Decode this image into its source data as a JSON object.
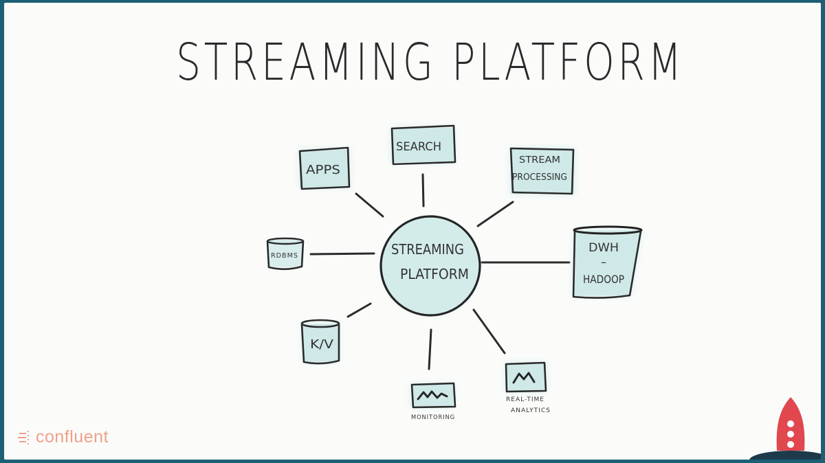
{
  "title": "STREAMING PLATFORM",
  "center": {
    "line1": "STREAMING",
    "line2": "PLATFORM"
  },
  "nodes": {
    "search": "SEARCH",
    "apps": "APPS",
    "stream_processing": {
      "line1": "STREAM",
      "line2": "PROCESSING"
    },
    "rdbms": "RDBMS",
    "dwh": {
      "line1": "DWH",
      "line2": "–",
      "line3": "HADOOP"
    },
    "kv": "K/V",
    "monitoring": "MONITORING",
    "realtime": {
      "line1": "REAL-TIME",
      "line2": "ANALYTICS"
    }
  },
  "brand": {
    "name": "confluent",
    "color": "#f0a08a"
  },
  "colors": {
    "node_fill": "#cfe9e8",
    "frame": "#1d5f74",
    "rocket": "#e0474f"
  }
}
